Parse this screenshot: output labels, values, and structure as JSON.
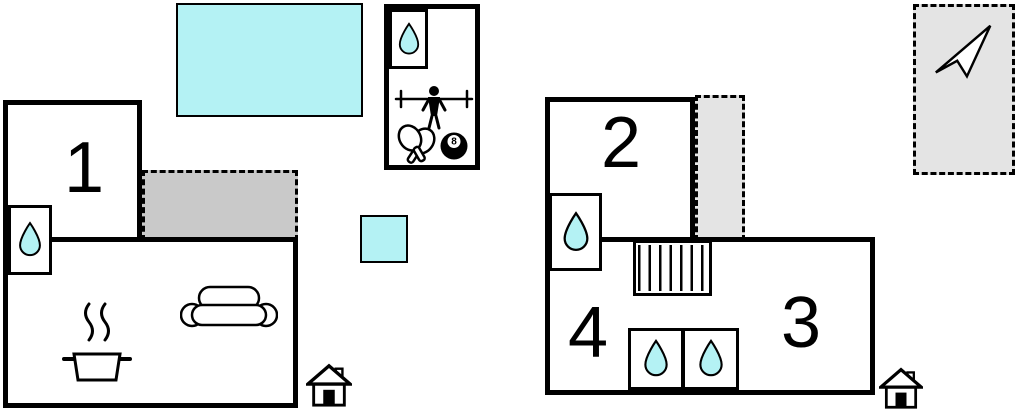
{
  "plan": {
    "left_unit": {
      "room_labels": {
        "room1": "1"
      },
      "icons": [
        "water-drop",
        "cooking-pot",
        "sofa",
        "entrance-house",
        "pool",
        "small-pool"
      ]
    },
    "games_room": {
      "ball_number": "8",
      "icons": [
        "water-drop",
        "foosball-player",
        "table-tennis-paddle",
        "billiard-8-ball"
      ]
    },
    "right_unit": {
      "room_labels": {
        "room2": "2",
        "room3": "3",
        "room4": "4"
      },
      "icons": [
        "water-drop",
        "stairs",
        "shower",
        "shower",
        "entrance-house",
        "terrace"
      ]
    },
    "compass": {
      "icon": "north-arrow"
    }
  },
  "colors": {
    "water": "#b4f2f4",
    "terrace_left": "#c9c9c9",
    "terrace_right": "#e4e4e4",
    "compass_bg": "#e4e4e4",
    "wall": "#000000",
    "bg": "#ffffff"
  }
}
